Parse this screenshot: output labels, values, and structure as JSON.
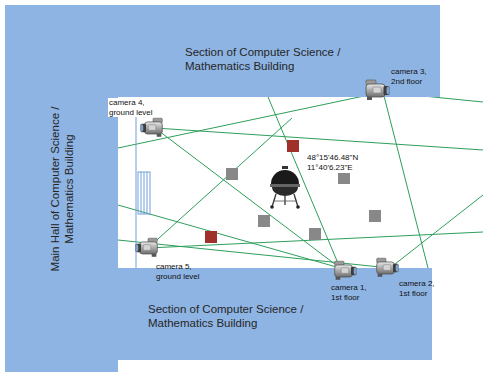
{
  "diagram": {
    "nodes": [
      {
        "text": [
          "Section of Computer Science / Mathematics Building"
        ]
      },
      {
        "text": [
          "Main Hall of Computer Science / Mathematics Building"
        ]
      },
      {
        "text": [
          "Section of Computer Science / Mathematics Building"
        ]
      }
    ],
    "labels": [
      "camera 4, ground level",
      "camera 3, 2nd floor",
      "camera 5, ground level",
      "camera 1, 1st floor",
      "camera 2, 1st floor",
      "48°15'46.48\"N",
      "11°40'6.23\"E"
    ]
  }
}
